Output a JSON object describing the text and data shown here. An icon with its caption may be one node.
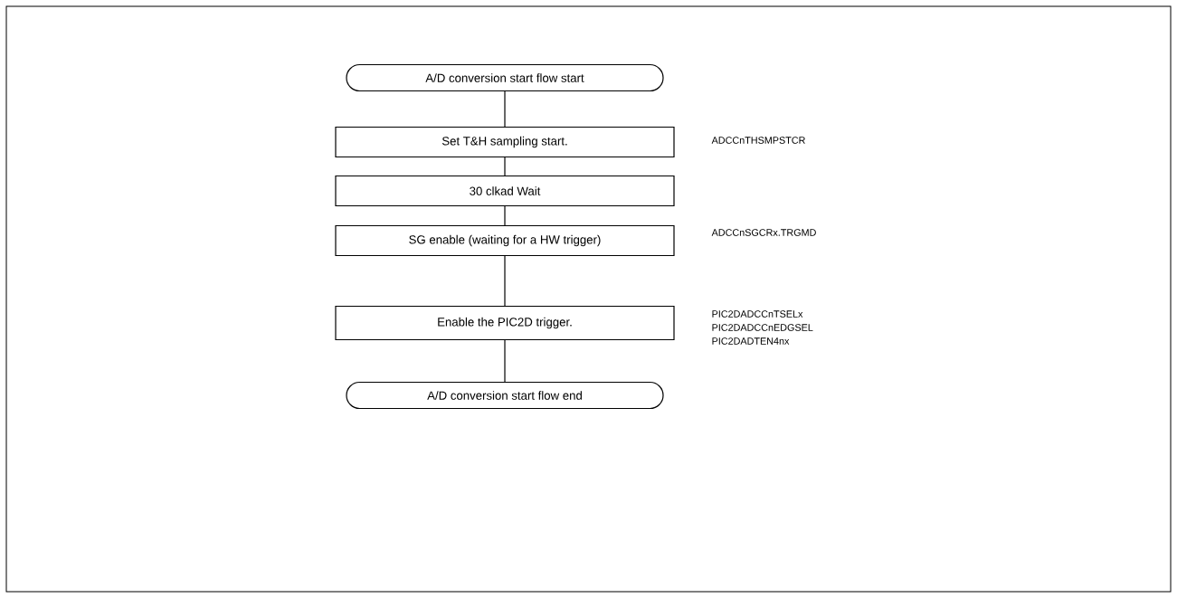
{
  "diagram": {
    "nodes": [
      {
        "text": [
          "A/D conversion start flow start"
        ]
      },
      {
        "text": [
          "Set T&H sampling start."
        ],
        "beside": [
          "ADCCnTHSMPSTCR"
        ]
      },
      {
        "text": [
          "30 clkad Wait"
        ]
      },
      {
        "text": [
          "SG enable (waiting for a HW trigger)"
        ],
        "beside": [
          "ADCCnSGCRx.TRGMD"
        ]
      },
      {
        "text": [
          "Enable the PIC2D trigger."
        ],
        "beside": [
          "PIC2DADCCnTSELx",
          "PIC2DADCCnEDGSEL",
          "PIC2DADTEN4nx"
        ]
      },
      {
        "text": [
          "A/D conversion start flow end"
        ]
      }
    ],
    "edges": [
      {
        "from": 0,
        "to": 1,
        "arrow": "none"
      },
      {
        "from": 1,
        "to": 2,
        "arrow": "none"
      },
      {
        "from": 2,
        "to": 3,
        "arrow": "none"
      },
      {
        "from": 3,
        "to": 4,
        "arrow": "none"
      },
      {
        "from": 4,
        "to": 5,
        "arrow": "none"
      }
    ]
  }
}
